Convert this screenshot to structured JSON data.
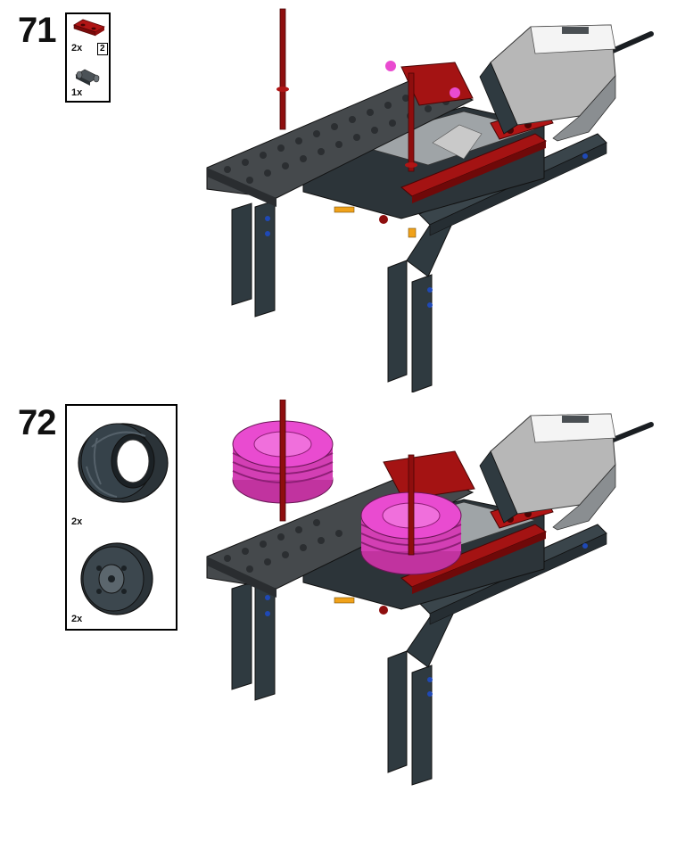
{
  "steps": [
    {
      "number": "71",
      "parts": [
        {
          "icon": "red-beam-2-icon",
          "quantity": "2x",
          "length_badge": "2"
        },
        {
          "icon": "axle-pin-icon",
          "quantity": "1x"
        }
      ]
    },
    {
      "number": "72",
      "parts": [
        {
          "icon": "tire-icon",
          "quantity": "2x"
        },
        {
          "icon": "wheel-hub-icon",
          "quantity": "2x"
        }
      ]
    }
  ],
  "colors": {
    "dark_bluish_gray": "#2f3a40",
    "black_studs": "#55585a",
    "dark_red": "#8e0e0e",
    "magenta": "#e94bd0",
    "light_gray": "#b7b7b7",
    "white": "#f4f4f4",
    "blue_pin": "#1f49b6"
  }
}
